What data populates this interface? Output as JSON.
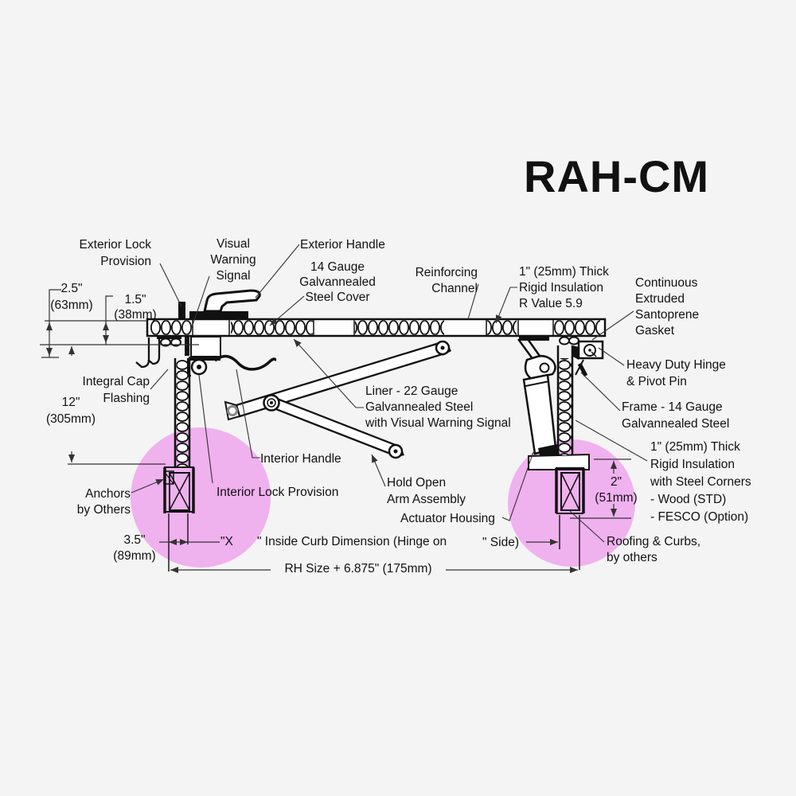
{
  "title": "RAH-CM",
  "colors": {
    "background": "#f4f4f4",
    "line": "#111111",
    "thin_line": "#333333",
    "highlight_circle": "#f0b1ef"
  },
  "callouts": {
    "exterior_lock": [
      "Exterior Lock",
      "Provision"
    ],
    "visual_warning": [
      "Visual",
      "Warning",
      "Signal"
    ],
    "exterior_handle": [
      "Exterior Handle"
    ],
    "steel_cover": [
      "14 Gauge",
      "Galvannealed",
      "Steel Cover"
    ],
    "reinforcing_channel": [
      "Reinforcing",
      "Channel"
    ],
    "rigid_insulation": [
      "1\" (25mm) Thick",
      "Rigid Insulation",
      "R Value 5.9"
    ],
    "santoprene_gasket": [
      "Continuous",
      "Extruded",
      "Santoprene",
      "Gasket"
    ],
    "heavy_duty_hinge": [
      "Heavy Duty Hinge",
      "& Pivot Pin"
    ],
    "frame": [
      "Frame - 14 Gauge",
      "Galvannealed Steel"
    ],
    "steel_corners": [
      "1\" (25mm) Thick",
      "Rigid Insulation",
      "with Steel Corners",
      "- Wood (STD)",
      "- FESCO (Option)"
    ],
    "integral_cap_flashing": [
      "Integral Cap",
      "Flashing"
    ],
    "anchors": [
      "Anchors",
      "by Others"
    ],
    "liner": [
      "Liner - 22 Gauge",
      "Galvannealed Steel",
      "with Visual Warning Signal"
    ],
    "interior_handle": [
      "Interior Handle"
    ],
    "interior_lock": [
      "Interior Lock Provision"
    ],
    "hold_open_arm": [
      "Hold Open",
      "Arm Assembly"
    ],
    "actuator_housing": [
      "Actuator Housing"
    ],
    "roofing_curbs": [
      "Roofing & Curbs,",
      "by others"
    ]
  },
  "dimensions": {
    "d63": [
      "2.5\"",
      "(63mm)"
    ],
    "d38": [
      "1.5\"",
      "(38mm)"
    ],
    "d305": [
      "12\"",
      "(305mm)"
    ],
    "d89": [
      "3.5\"",
      "(89mm)"
    ],
    "d51": [
      "2\"",
      "(51mm)"
    ],
    "curb_x": "\"X",
    "curb_mid": "\" Inside Curb Dimension (Hinge on",
    "curb_side": "\" Side)",
    "rh_size": "RH Size + 6.875\" (175mm)"
  }
}
